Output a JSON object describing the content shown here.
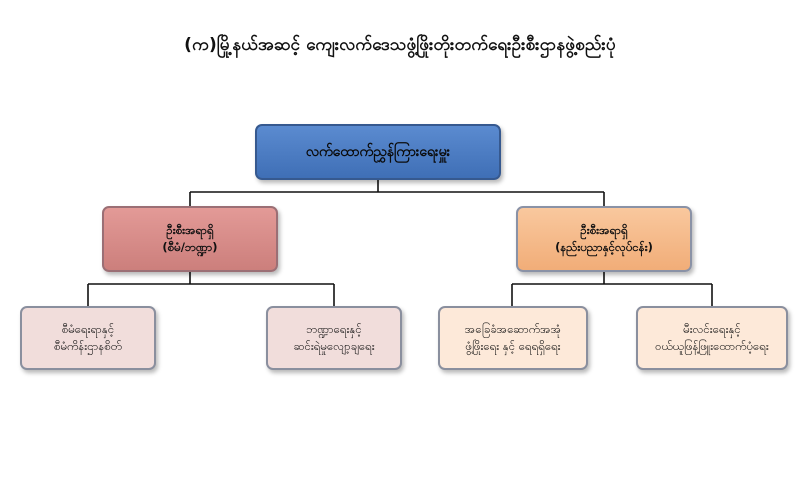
{
  "title": "(က)မြို့နယ်အဆင့် ကျေးလက်ဒေသဖွံ့ဖြိုးတိုးတက်ရေးဦးစီးဌာနဖွဲ့စည်းပုံ",
  "root": {
    "label": "လက်ထောက်ညွှန်ကြားရေးမှူး"
  },
  "branches": [
    {
      "label": "ဦးစီးအရာရှိ",
      "sublabel": "(စီမံ/ဘဏ္ဍာ)",
      "children": [
        {
          "line1": "စီမံရေးရာနှင့်",
          "line2": "စီမံကိန်းဌာနစိတ်"
        },
        {
          "line1": "ဘဏ္ဍာရေးနှင့်",
          "line2": "ဆင်းရဲမှုလျော့ချရေး"
        }
      ]
    },
    {
      "label": "ဦးစီးအရာရှိ",
      "sublabel": "(နည်းပညာနှင့်လုပ်ငန်း)",
      "children": [
        {
          "line1": "အခြေခံအဆောက်အအုံ",
          "line2": "ဖွံ့ဖြိုးရေး နှင့် ရေရရှိရေး"
        },
        {
          "line1": "မီးလင်းရေးနှင့်",
          "line2": "ဝယ်ယူဖြန့်ဖြူးထောက်ပံ့ရေး"
        }
      ]
    }
  ],
  "colors": {
    "root_fill": "#4f7fc4",
    "left_branch_fill": "#d98a87",
    "right_branch_fill": "#f5bb8a",
    "left_leaf_fill": "#f1dddb",
    "right_leaf_fill": "#fde9d9",
    "connector": "#111111"
  }
}
